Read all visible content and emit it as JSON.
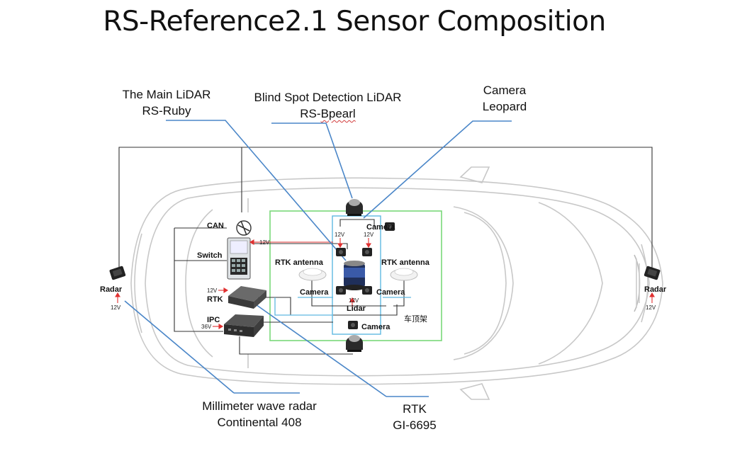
{
  "title": "RS-Reference2.1 Sensor Composition",
  "callouts": {
    "main_lidar": {
      "line1": "The Main LiDAR",
      "line2": "RS-Ruby"
    },
    "blind_spot": {
      "line1": "Blind Spot Detection LiDAR",
      "line2_prefix": "RS-",
      "line2_word": "Bpearl"
    },
    "camera": {
      "line1": "Camera",
      "line2": "Leopard"
    },
    "radar": {
      "line1": "Millimeter wave radar",
      "line2": "Continental 408"
    },
    "rtk": {
      "line1": "RTK",
      "line2": "GI-6695"
    }
  },
  "labels": {
    "can": "CAN",
    "switch": "Switch",
    "rtk": "RTK",
    "ipc": "IPC",
    "radar_left": "Radar",
    "radar_right": "Radar",
    "rtk_antenna_left": "RTK antenna",
    "rtk_antenna_right": "RTK antenna",
    "camera_top": "Camera",
    "camera_mid_left": "Camera",
    "camera_mid_right": "Camera",
    "camera_bottom": "Camera",
    "lidar": "Lidar",
    "roof_rack": "车顶架"
  },
  "voltages": {
    "v12": "12V",
    "v36": "36V"
  },
  "colors": {
    "callout_line": "#4a86c8",
    "power_arrow": "#e03030",
    "roof_box": "#7ad87a",
    "lidar_box": "#5fb8e0",
    "car_outline": "#c8c8c8",
    "wire": "#333333"
  }
}
